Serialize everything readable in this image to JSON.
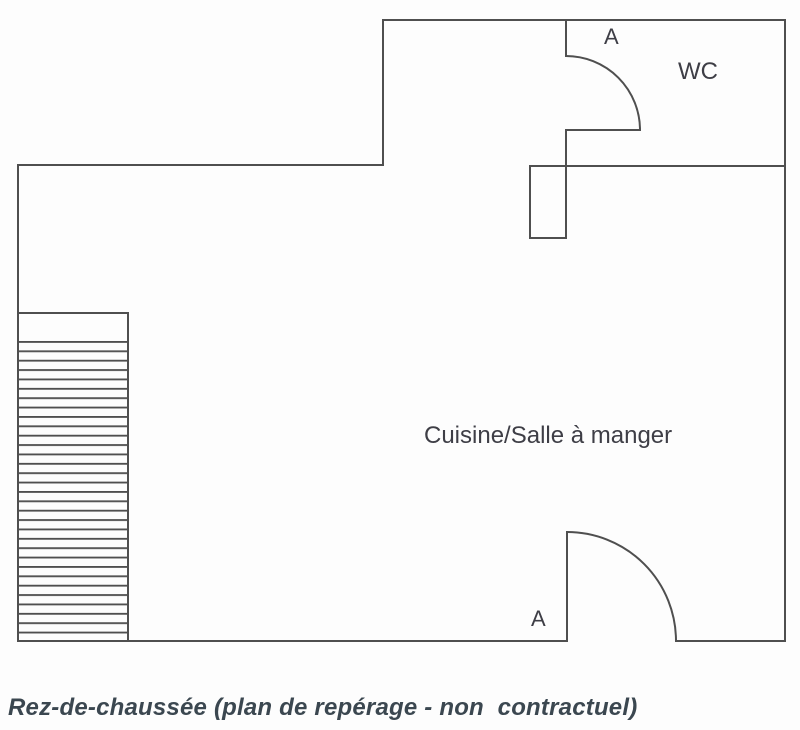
{
  "plan": {
    "labels": {
      "door_top": "A",
      "wc": "WC",
      "main_room": "Cuisine/Salle à manger",
      "door_bottom": "A"
    },
    "caption": "Rez-de-chaussée (plan de repérage - non  contractuel)",
    "colors": {
      "wall": "#4f4f4f",
      "label": "#3e3e46",
      "caption": "#3b4750",
      "background": "#fdfdfd"
    }
  }
}
